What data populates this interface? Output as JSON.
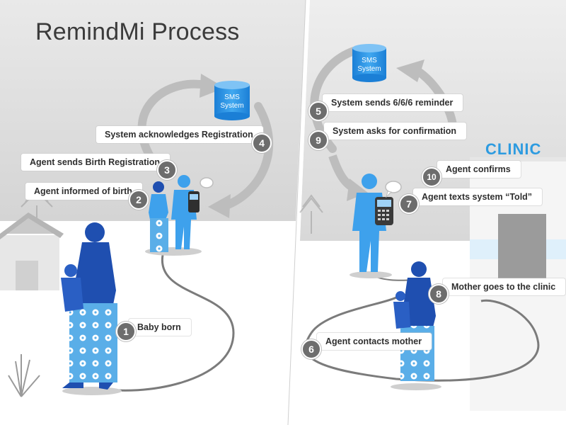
{
  "title": "RemindMi Process",
  "clinic_sign": "CLINIC",
  "sms_system": {
    "line1": "SMS",
    "line2": "System"
  },
  "steps": [
    {
      "number": "1",
      "label": "Baby born"
    },
    {
      "number": "2",
      "label": "Agent informed of birth"
    },
    {
      "number": "3",
      "label": "Agent sends Birth Registration"
    },
    {
      "number": "4",
      "label": "System acknowledges Registration"
    },
    {
      "number": "5",
      "label": "System sends 6/6/6 reminder"
    },
    {
      "number": "6",
      "label": "Agent contacts mother"
    },
    {
      "number": "7",
      "label": "Agent texts system “Told”"
    },
    {
      "number": "8",
      "label": "Mother goes to the clinic"
    },
    {
      "number": "9",
      "label": "System asks for confirmation"
    },
    {
      "number": "10",
      "label": "Agent confirms"
    }
  ],
  "colors": {
    "figure_blue": "#3ea1ec",
    "figure_dark_blue": "#1f4fb0",
    "sms_cylinder": "#2b8fe0",
    "arrow_gray": "#bdbdbd",
    "badge_gray": "#6d6d6d",
    "clinic_text": "#2d9be0"
  },
  "icons": [
    "sms-system-cylinder-icon",
    "cycle-arrow-icon",
    "mobile-phone-icon",
    "speech-bubble-icon",
    "hut-icon",
    "tree-icon",
    "grass-icon",
    "flower-icon"
  ]
}
